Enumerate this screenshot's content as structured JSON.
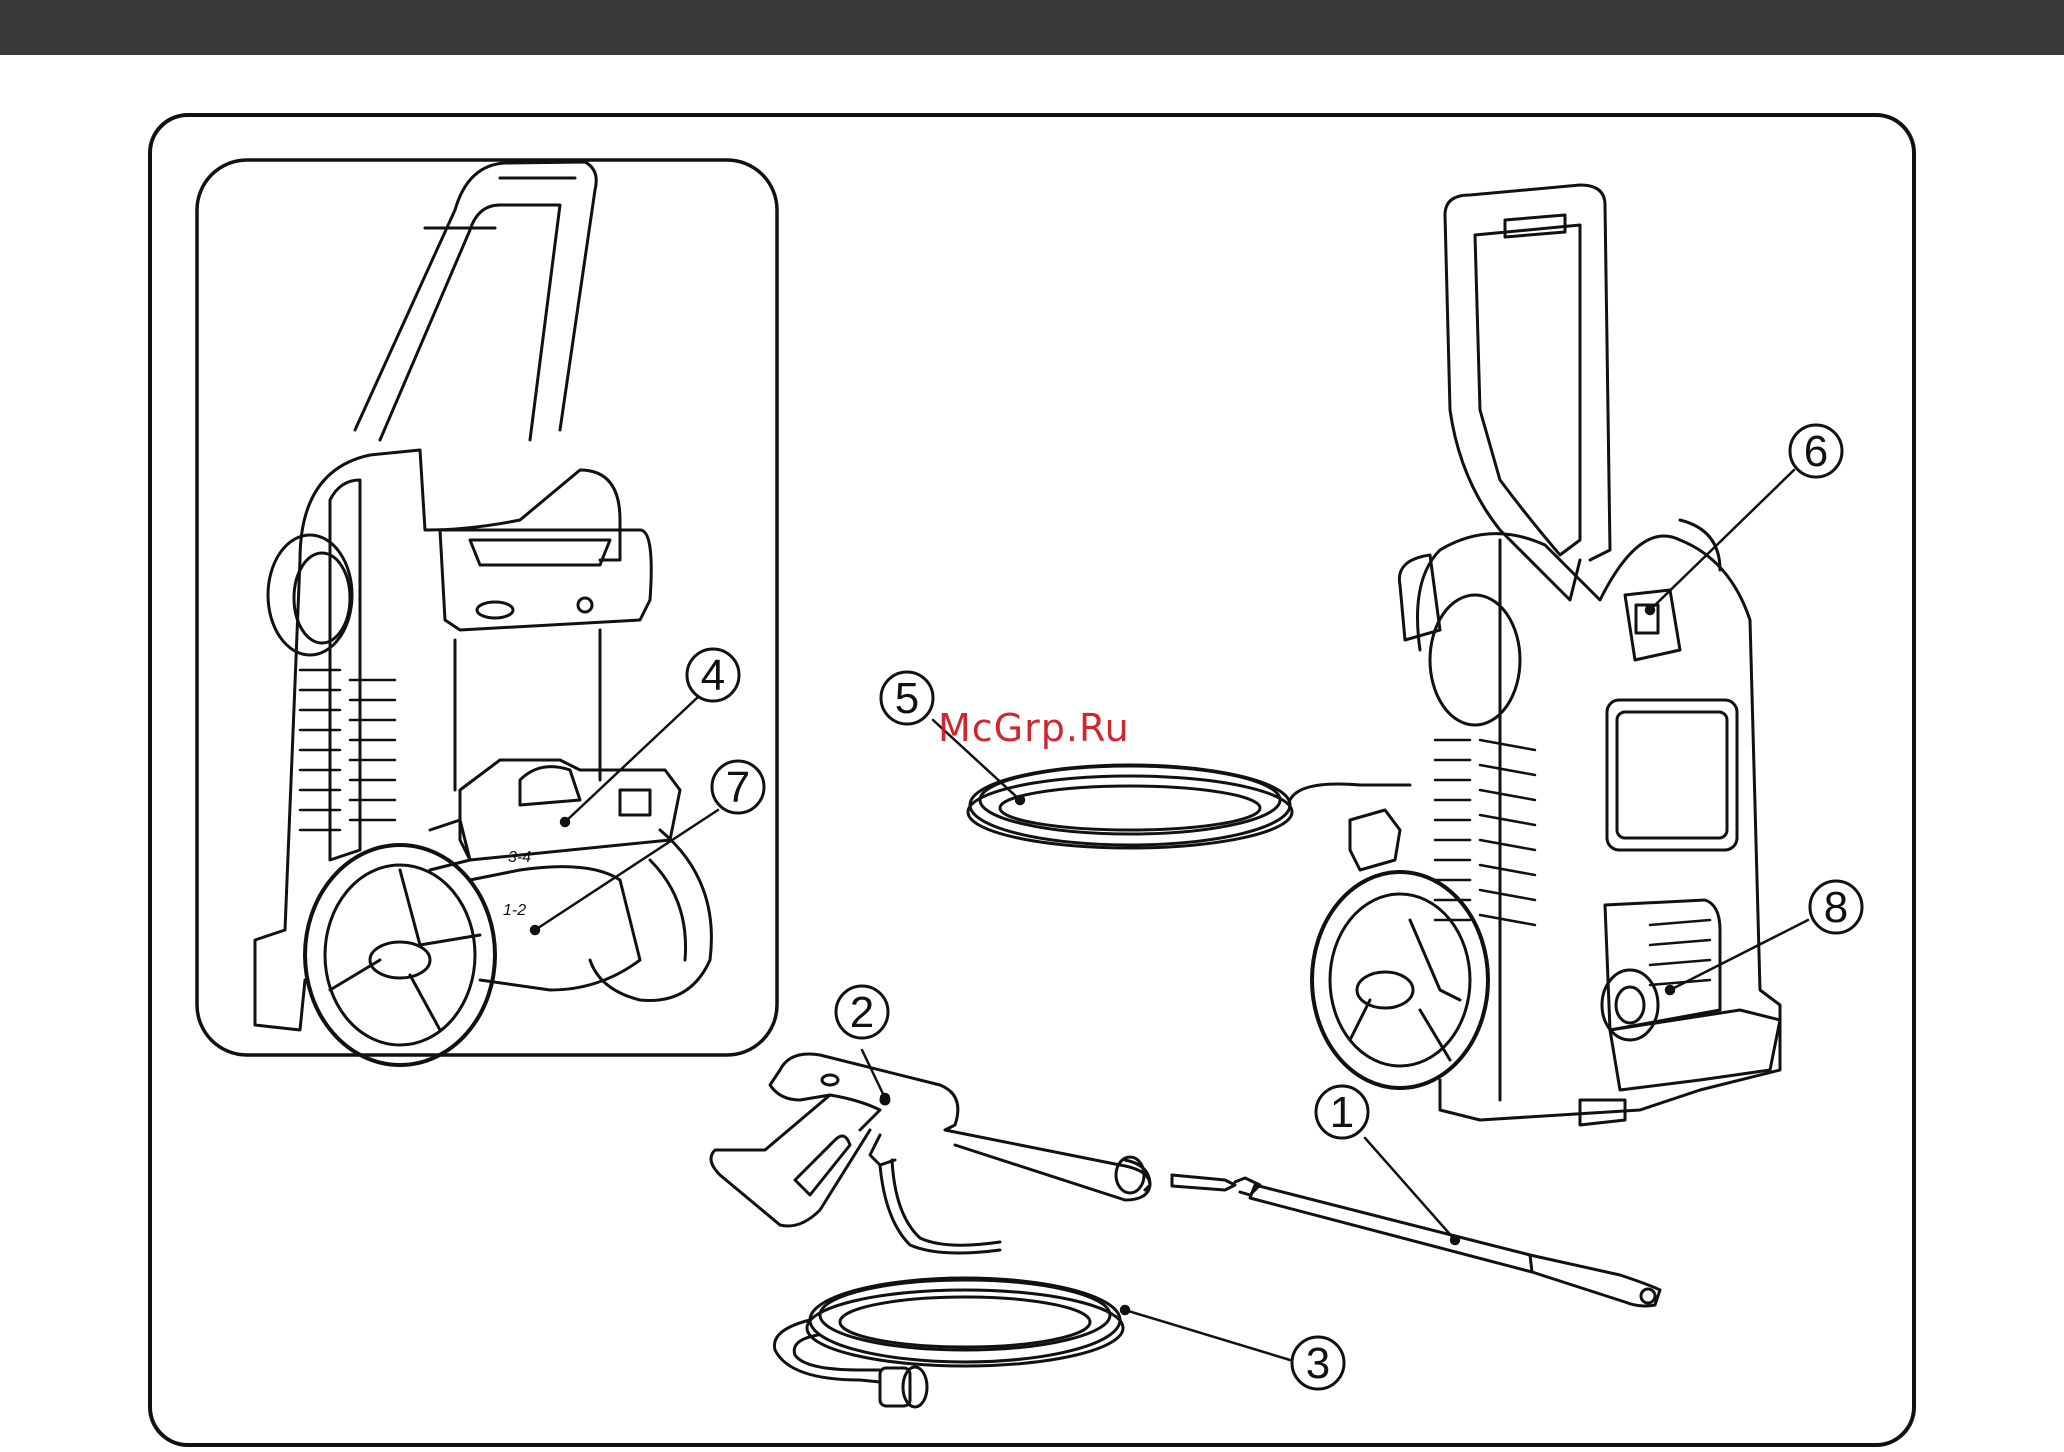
{
  "watermark": "McGrp.Ru",
  "callouts": {
    "c1": "1",
    "c2": "2",
    "c3": "3",
    "c4": "4",
    "c5": "5",
    "c6": "6",
    "c7": "7",
    "c8": "8"
  },
  "inset_labels": {
    "l1": "3-4",
    "l2": "1-2"
  },
  "colors": {
    "bar": "#3a3a3a",
    "line": "#111111",
    "watermark": "#c8161d"
  }
}
